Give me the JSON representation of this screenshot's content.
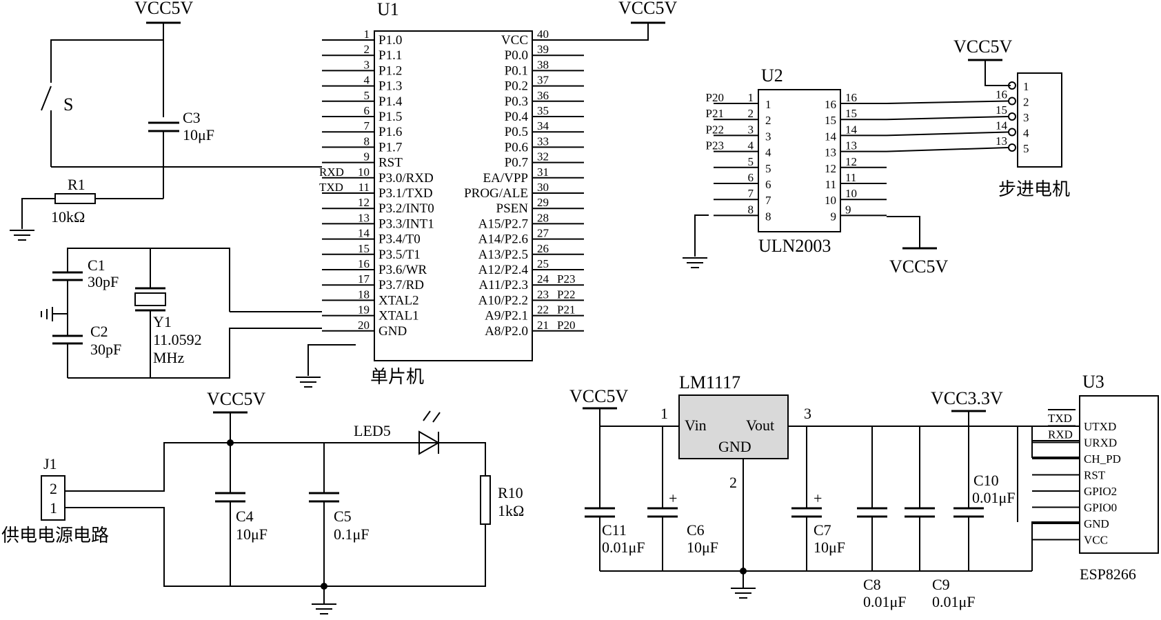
{
  "mcu": {
    "ref": "U1",
    "name": "单片机",
    "left_pins": [
      {
        "num": "1",
        "name": "P1.0",
        "net": ""
      },
      {
        "num": "2",
        "name": "P1.1",
        "net": ""
      },
      {
        "num": "3",
        "name": "P1.2",
        "net": ""
      },
      {
        "num": "4",
        "name": "P1.3",
        "net": ""
      },
      {
        "num": "5",
        "name": "P1.4",
        "net": ""
      },
      {
        "num": "6",
        "name": "P1.5",
        "net": ""
      },
      {
        "num": "7",
        "name": "P1.6",
        "net": ""
      },
      {
        "num": "8",
        "name": "P1.7",
        "net": ""
      },
      {
        "num": "9",
        "name": "RST",
        "net": ""
      },
      {
        "num": "10",
        "name": "P3.0/RXD",
        "net": "RXD"
      },
      {
        "num": "11",
        "name": "P3.1/TXD",
        "net": "TXD"
      },
      {
        "num": "12",
        "name": "P3.2/INT0",
        "net": ""
      },
      {
        "num": "13",
        "name": "P3.3/INT1",
        "net": ""
      },
      {
        "num": "14",
        "name": "P3.4/T0",
        "net": ""
      },
      {
        "num": "15",
        "name": "P3.5/T1",
        "net": ""
      },
      {
        "num": "16",
        "name": "P3.6/WR",
        "net": ""
      },
      {
        "num": "17",
        "name": "P3.7/RD",
        "net": ""
      },
      {
        "num": "18",
        "name": "XTAL2",
        "net": ""
      },
      {
        "num": "19",
        "name": "XTAL1",
        "net": ""
      },
      {
        "num": "20",
        "name": "GND",
        "net": ""
      }
    ],
    "right_pins": [
      {
        "num": "40",
        "name": "VCC",
        "net": ""
      },
      {
        "num": "39",
        "name": "P0.0",
        "net": ""
      },
      {
        "num": "38",
        "name": "P0.1",
        "net": ""
      },
      {
        "num": "37",
        "name": "P0.2",
        "net": ""
      },
      {
        "num": "36",
        "name": "P0.3",
        "net": ""
      },
      {
        "num": "35",
        "name": "P0.4",
        "net": ""
      },
      {
        "num": "34",
        "name": "P0.5",
        "net": ""
      },
      {
        "num": "33",
        "name": "P0.6",
        "net": ""
      },
      {
        "num": "32",
        "name": "P0.7",
        "net": ""
      },
      {
        "num": "31",
        "name": "EA/VPP",
        "net": ""
      },
      {
        "num": "30",
        "name": "PROG/ALE",
        "net": ""
      },
      {
        "num": "29",
        "name": "PSEN",
        "net": ""
      },
      {
        "num": "28",
        "name": "A15/P2.7",
        "net": ""
      },
      {
        "num": "27",
        "name": "A14/P2.6",
        "net": ""
      },
      {
        "num": "26",
        "name": "A13/P2.5",
        "net": ""
      },
      {
        "num": "25",
        "name": "A12/P2.4",
        "net": ""
      },
      {
        "num": "24",
        "name": "A11/P2.3",
        "net": "P23"
      },
      {
        "num": "23",
        "name": "A10/P2.2",
        "net": "P22"
      },
      {
        "num": "22",
        "name": "A9/P2.1",
        "net": "P21"
      },
      {
        "num": "21",
        "name": "A8/P2.0",
        "net": "P20"
      }
    ]
  },
  "reset": {
    "vcc": "VCC5V",
    "switch": "S",
    "c3_ref": "C3",
    "c3_val": "10μF",
    "r1_ref": "R1",
    "r1_val": "10kΩ"
  },
  "clock": {
    "c1_ref": "C1",
    "c1_val": "30pF",
    "c2_ref": "C2",
    "c2_val": "30pF",
    "y1_ref": "Y1",
    "y1_val1": "11.0592",
    "y1_val2": "MHz"
  },
  "vcc_u1": "VCC5V",
  "driver": {
    "ref": "U2",
    "part": "ULN2003",
    "vcc_top": "VCC5V",
    "vcc_bottom": "VCC5V",
    "in_nets": [
      "P20",
      "P21",
      "P22",
      "P23",
      "",
      "",
      " ",
      ""
    ],
    "left_outer": [
      "1",
      "2",
      "3",
      "4",
      "5",
      "6",
      "7",
      "8"
    ],
    "left_inner": [
      "1",
      "2",
      "3",
      "4",
      "5",
      "6",
      "7",
      "8"
    ],
    "right_inner": [
      "16",
      "15",
      "14",
      "13",
      "12",
      "11",
      "10",
      "9"
    ],
    "right_outer": [
      "16",
      "15",
      "14",
      "13",
      "12",
      "11",
      "10",
      "9"
    ]
  },
  "motor": {
    "label": "步进电机",
    "pins": [
      "1",
      "2",
      "3",
      "4",
      "5"
    ],
    "wire_labels": [
      "16",
      "15",
      "14",
      "13"
    ]
  },
  "power": {
    "title": "供电电源电路",
    "j1": "J1",
    "j1_pins": [
      "2",
      "1"
    ],
    "vcc": "VCC5V",
    "c4_ref": "C4",
    "c4_val": "10μF",
    "c5_ref": "C5",
    "c5_val": "0.1μF",
    "led": "LED5",
    "r10_ref": "R10",
    "r10_val": "1kΩ"
  },
  "regulator": {
    "part": "LM1117",
    "vin": "Vin",
    "vout": "Vout",
    "gnd": "GND",
    "pin_in": "1",
    "pin_out": "3",
    "pin_gnd": "2",
    "vcc_in": "VCC5V",
    "vcc_out": "VCC3.3V",
    "c11_ref": "C11",
    "c11_val": "0.01μF",
    "c6_ref": "C6",
    "c6_val": "10μF",
    "c7_ref": "C7",
    "c7_val": "10μF",
    "c8_ref": "C8",
    "c8_val": "0.01μF",
    "c9_ref": "C9",
    "c9_val": "0.01μF",
    "c10_ref": "C10",
    "c10_val": "0.01μF"
  },
  "wifi": {
    "ref": "U3",
    "part": "ESP8266",
    "nets": [
      "TXD",
      "RXD"
    ],
    "pins": [
      "UTXD",
      "URXD",
      "CH_PD",
      "RST",
      "GPIO2",
      "GPIO0",
      "GND",
      "VCC"
    ]
  }
}
